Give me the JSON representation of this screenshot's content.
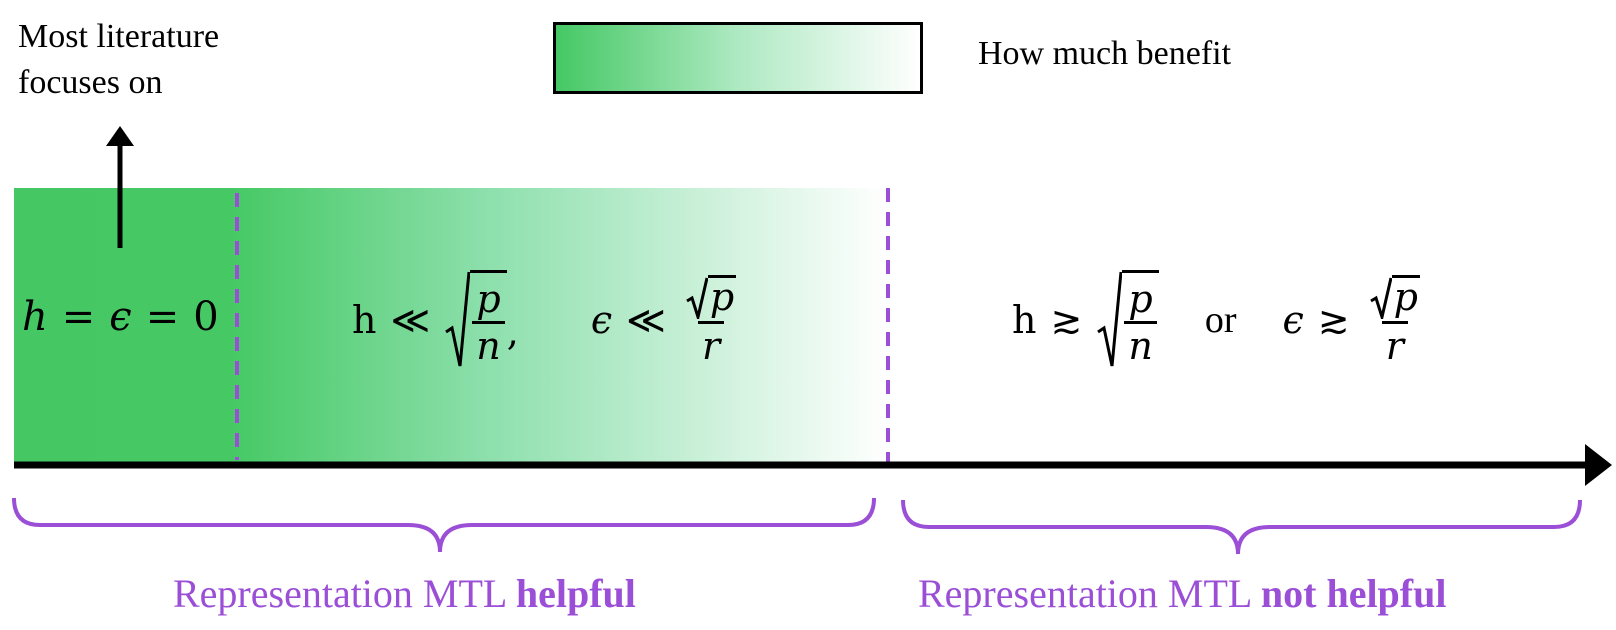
{
  "note": {
    "line1": "Most literature",
    "line2": "focuses on"
  },
  "legend": {
    "label": "How much benefit"
  },
  "regions": {
    "zero": {
      "h": "h",
      "eq1": "=",
      "eps": "ϵ",
      "eq2": "=",
      "zero": "0"
    },
    "small": {
      "h": "h",
      "rel": "≪",
      "p": "p",
      "n": "n",
      "comma": ",",
      "eps": "ϵ",
      "rel2": "≪",
      "sqrt_p": "p",
      "r": "r"
    },
    "large": {
      "h": "h",
      "rel": "≳",
      "p": "p",
      "n": "n",
      "or": "or",
      "eps": "ϵ",
      "rel2": "≳",
      "sqrt_p": "p",
      "r": "r"
    }
  },
  "captions": {
    "left_prefix": "Representation MTL ",
    "left_bold": "helpful",
    "right_prefix": "Representation MTL ",
    "right_bold": "not helpful"
  },
  "colors": {
    "strong_green": "#45c864",
    "light_green": "#b9ecca",
    "purple": "#9b4fd6",
    "black": "#000000"
  }
}
